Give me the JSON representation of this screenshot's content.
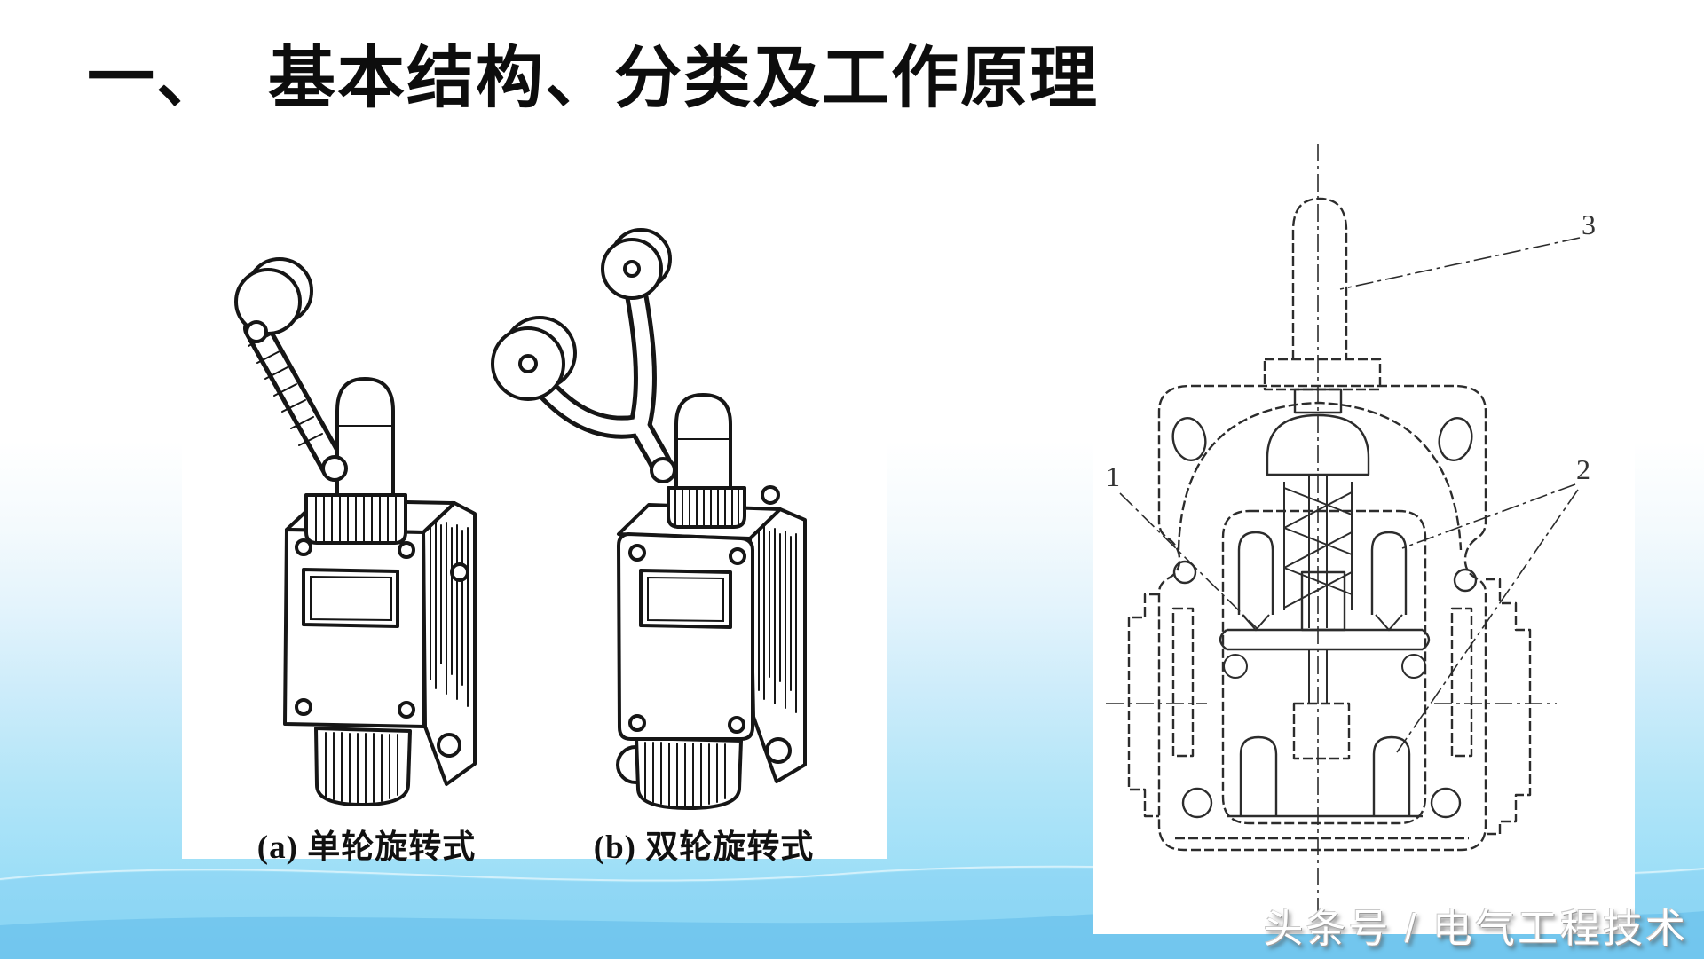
{
  "slide": {
    "title": {
      "prefix": "一、",
      "text": "基本结构、分类及工作原理"
    },
    "figures": {
      "left": {
        "caption_a": "(a) 单轮旋转式",
        "caption_b": "(b) 双轮旋转式"
      },
      "right": {
        "part_labels": [
          "1",
          "2",
          "3"
        ]
      }
    },
    "watermark": "头条号 / 电气工程技术",
    "colors": {
      "background_top": "#ffffff",
      "background_bottom": "#8cd8f5",
      "panel": "#ffffff",
      "ink": "#161616",
      "watermark_text": "#ffffff"
    }
  }
}
